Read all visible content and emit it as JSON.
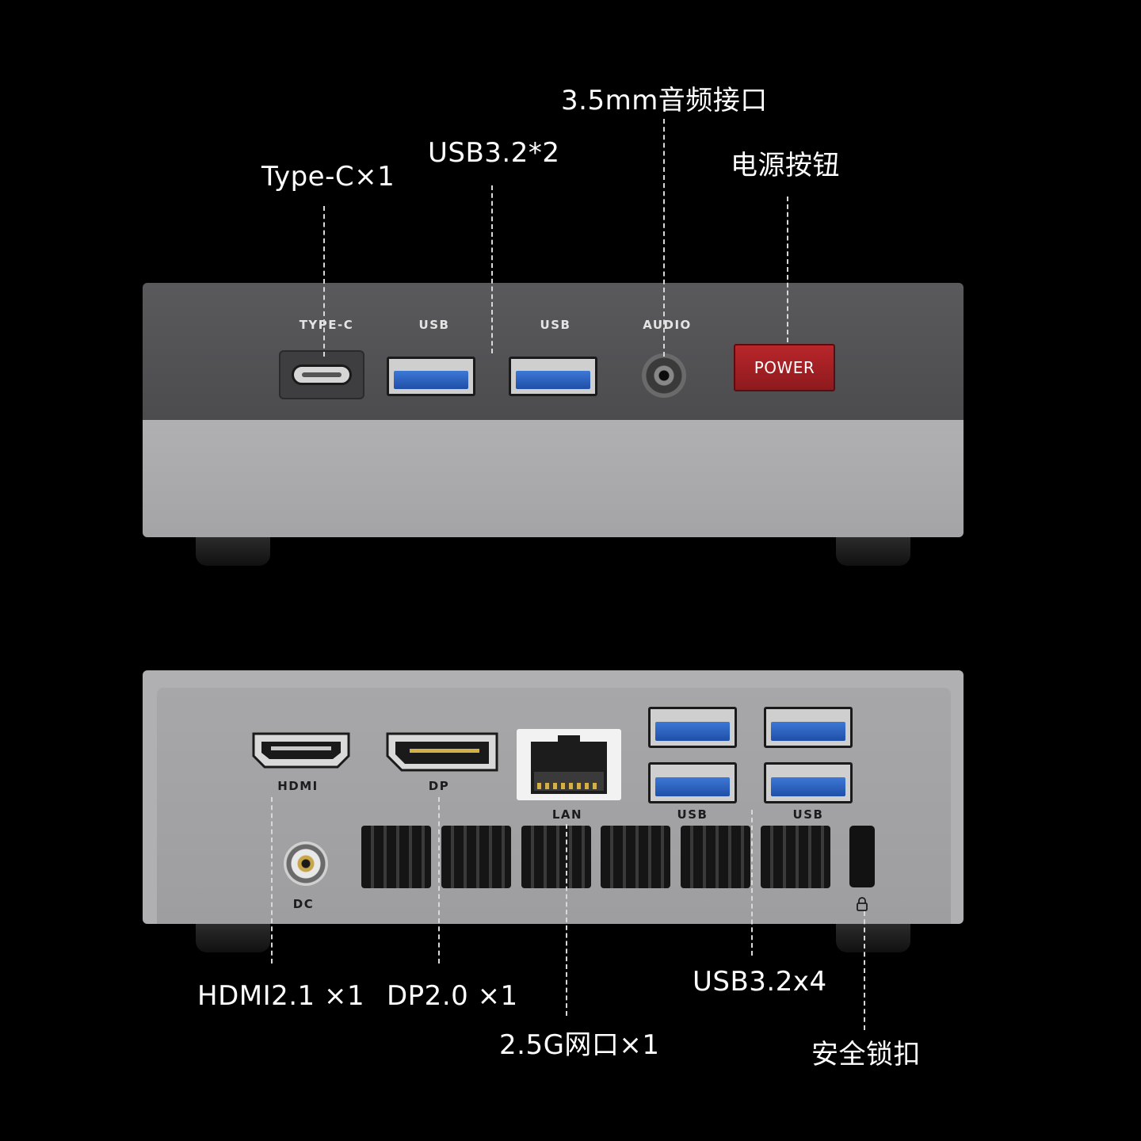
{
  "front_panel": {
    "labels": {
      "typec": "TYPE-C",
      "usb_left": "USB",
      "usb_right": "USB",
      "audio": "AUDIO",
      "power": "POWER"
    }
  },
  "rear_panel": {
    "labels": {
      "hdmi": "HDMI",
      "dp": "DP",
      "lan": "LAN",
      "usb_left": "USB",
      "usb_right": "USB",
      "dc": "DC"
    }
  },
  "callouts": {
    "typec": "Type-C×1",
    "usb_front": "USB3.2*2",
    "audio": "3.5mm音频接口",
    "power": "电源按钮",
    "hdmi": "HDMI2.1 ×1",
    "dp": "DP2.0 ×1",
    "lan": "2.5G网口×1",
    "usb_rear": "USB3.2x4",
    "lock": "安全锁扣"
  },
  "colors": {
    "background": "#000000",
    "front_dark": "#525255",
    "chassis": "#aaaaac",
    "power_button": "#a52226",
    "usb_blue": "#2f63c2"
  },
  "icons": [
    "lock-icon"
  ]
}
